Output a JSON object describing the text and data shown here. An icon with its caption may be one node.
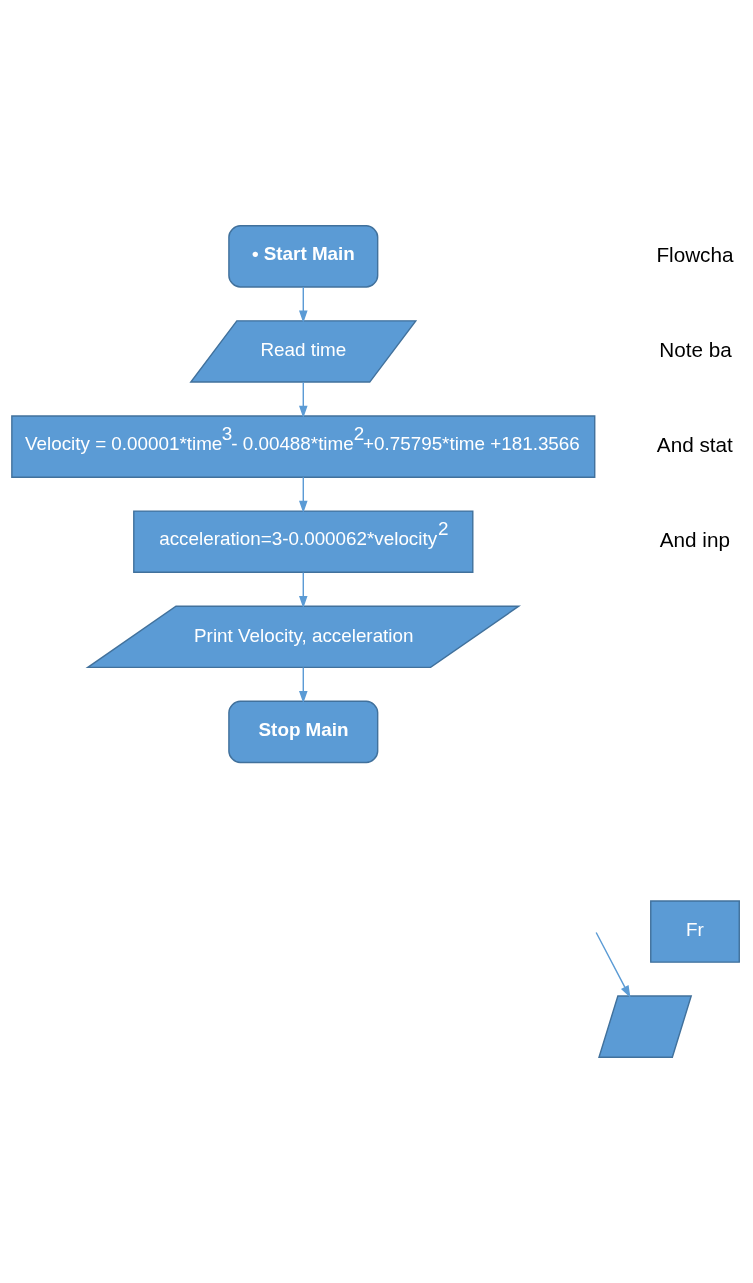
{
  "diagram": {
    "nodes": [
      {
        "text": [
          "• Start Main"
        ]
      },
      {
        "text": [
          "Read time"
        ]
      },
      {
        "text": [
          "Velocity = 0.00001*time$^{3}$- 0.00488*time$^{2}$+0.75795*time +181.3566"
        ]
      },
      {
        "text": [
          "acceleration=3-0.000062*velocity$^{2}$"
        ]
      },
      {
        "text": [
          "Print Velocity, acceleration"
        ]
      },
      {
        "text": [
          "Stop Main"
        ]
      },
      {
        "text": [
          "Fr"
        ]
      },
      {
        "text": [],
        "shape": "parallelogram"
      }
    ],
    "edges": [
      {
        "from": 0,
        "to": 1,
        "arrow": "to"
      },
      {
        "from": 1,
        "to": 2,
        "arrow": "to"
      },
      {
        "from": 2,
        "to": 3,
        "arrow": "to"
      },
      {
        "from": 3,
        "to": 4,
        "arrow": "to"
      },
      {
        "from": 4,
        "to": 5,
        "arrow": "to"
      },
      {
        "from": null,
        "to": 7,
        "arrow": "to"
      }
    ],
    "labels": [
      "Flowcha",
      "Note ba",
      "And stat",
      "And inp"
    ]
  }
}
